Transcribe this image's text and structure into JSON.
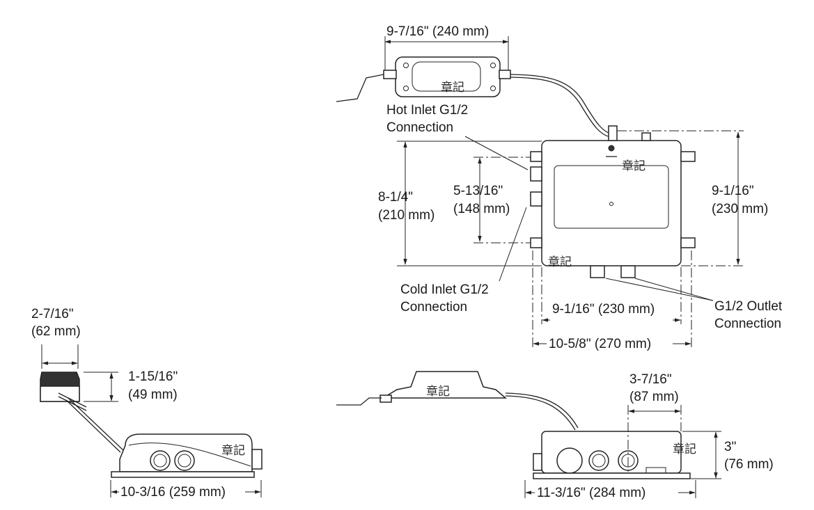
{
  "diagram": {
    "top_view": {
      "width_control": "9-7/16\" (240 mm)",
      "hot_inlet": [
        "Hot Inlet G1/2",
        "Connection"
      ],
      "cold_inlet": [
        "Cold Inlet G1/2",
        "Connection"
      ],
      "outlet": [
        "G1/2 Outlet",
        "Connection"
      ],
      "height_overall": [
        "8-1/4\"",
        "(210 mm)"
      ],
      "inlet_spacing": [
        "5-13/16\"",
        "(148 mm)"
      ],
      "height_right": [
        "9-1/16\"",
        "(230 mm)"
      ],
      "width_body": "9-1/16\" (230 mm)",
      "width_overall": "10-5/8\" (270 mm)"
    },
    "side_view": {
      "control_depth": [
        "2-7/16\"",
        "(62 mm)"
      ],
      "control_height": [
        "1-15/16\"",
        "(49 mm)"
      ],
      "length": "10-3/16 (259 mm)"
    },
    "front_view": {
      "outlet_offset": [
        "3-7/16\"",
        "(87 mm)"
      ],
      "height": [
        "3\"",
        "(76 mm)"
      ],
      "length": "11-3/16\" (284 mm)"
    },
    "watermark": "章記"
  }
}
